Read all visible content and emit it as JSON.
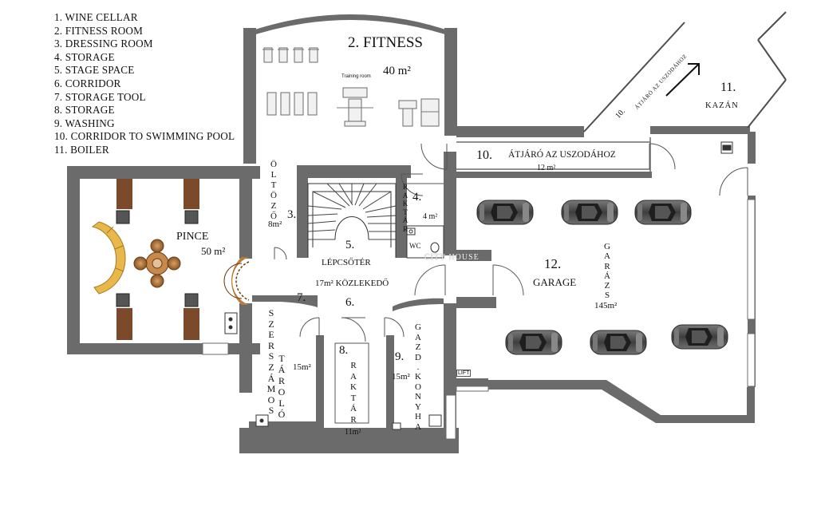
{
  "legend": [
    "1. WINE CELLAR",
    "2. FITNESS ROOM",
    "3. DRESSING ROOM",
    "4. STORAGE",
    "5. STAGE SPACE",
    "6. CORRIDOR",
    "7. STORAGE TOOL",
    "8. STORAGE",
    "9. WASHING",
    "10. CORRIDOR TO SWIMMING POOL",
    "11. BOILER"
  ],
  "rooms": {
    "fitness_title": "2. FITNESS",
    "fitness_area": "40 m²",
    "training_room": "Training room",
    "pince_name": "PINCE",
    "pince_area": "50 m²",
    "oltozo_letters": "ÖLTÖZŐ",
    "oltozo_area": "8m²",
    "oltozo_num": "3.",
    "raktar4_letters": "RAKTÁR",
    "raktar4_num": "4.",
    "raktar4_area": "4 m²",
    "wc": "WC",
    "lepcso_num": "5.",
    "lepcso_name": "LÉPCSŐTÉR",
    "kozlekedo": "17m² KÖZLEKEDŐ",
    "num6": "6.",
    "num7": "7.",
    "szerszamos_letters": "SZERSZÁMOS",
    "tarolo_letters": "TÁROLÓ",
    "area7": "15m²",
    "num8": "8.",
    "raktar8_letters": "RAKTÁR",
    "area8": "11m²",
    "num9": "9.",
    "area9": "15m²",
    "gazd_letters": "GAZD.",
    "konyha_letters": "KONYHA",
    "lift": "LIFT",
    "corridor10_num": "10.",
    "corridor10_name": "ÁTJÁRÓ AZ USZODÁHOZ",
    "corridor10_area": "12 m²",
    "diag_label_num": "10.",
    "diag_label_name": "ÁTJÁRÓ AZ USZODÁHOZ",
    "boiler_num": "11.",
    "boiler_name": "KAZÁN",
    "garage_num": "12.",
    "garage_name": "GARAGE",
    "garazs_letters": "GARÁZS",
    "garage_area": "145m²",
    "watermark": "CITY HOUSE"
  },
  "colors": {
    "wall": "#6b6b6b",
    "wall_dark": "#4e4e4e",
    "door_arc": "#555555",
    "wine_rack": "#7a4a2a",
    "cushion": "#e8b84a",
    "car_body": "#5a5a5a",
    "furniture_wood": "#b07a40"
  }
}
